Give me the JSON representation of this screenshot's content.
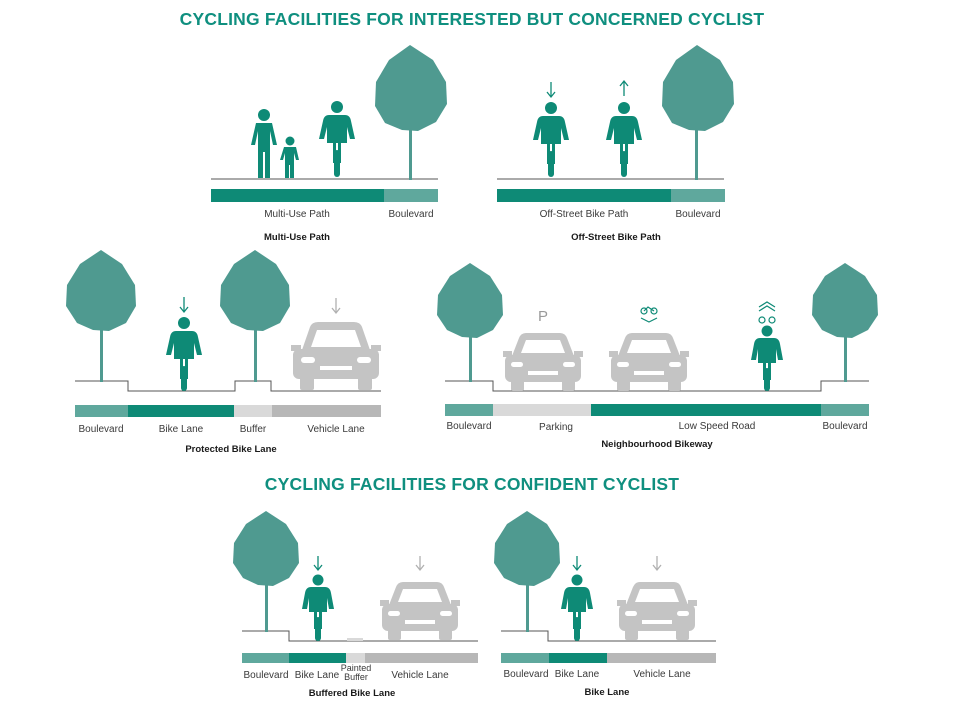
{
  "headings": {
    "interested": "CYCLING FACILITIES FOR INTERESTED BUT CONCERNED CYCLIST",
    "confident": "CYCLING FACILITIES FOR CONFIDENT CYCLIST"
  },
  "colors": {
    "teal_dark": "#0e8a76",
    "teal_light": "#5fa89d",
    "tree": "#4f9a90",
    "gray_light": "#d9d9d9",
    "gray_mid": "#b7b7b7",
    "car": "#c4c4c4",
    "heading": "#0f8f7f"
  },
  "diagrams": {
    "multi_use_path": {
      "title": "Multi-Use Path",
      "segments": [
        {
          "label": "Multi-Use Path",
          "color": "teal_dark"
        },
        {
          "label": "Boulevard",
          "color": "teal_light"
        }
      ]
    },
    "off_street": {
      "title": "Off-Street Bike Path",
      "segments": [
        {
          "label": "Off-Street Bike Path",
          "color": "teal_dark"
        },
        {
          "label": "Boulevard",
          "color": "teal_light"
        }
      ]
    },
    "protected": {
      "title": "Protected Bike Lane",
      "segments": [
        {
          "label": "Boulevard",
          "color": "teal_light"
        },
        {
          "label": "Bike Lane",
          "color": "teal_dark"
        },
        {
          "label": "Buffer",
          "color": "gray_light"
        },
        {
          "label": "Vehicle Lane",
          "color": "gray_mid"
        }
      ]
    },
    "neighbourhood": {
      "title": "Neighbourhood Bikeway",
      "parking_sign": "P",
      "segments": [
        {
          "label": "Boulevard",
          "color": "teal_light"
        },
        {
          "label": "Parking",
          "color": "gray_light"
        },
        {
          "label": "Low Speed Road",
          "color": "teal_dark"
        },
        {
          "label": "Boulevard",
          "color": "teal_light"
        }
      ]
    },
    "buffered": {
      "title": "Buffered Bike Lane",
      "segments": [
        {
          "label": "Boulevard",
          "color": "teal_light"
        },
        {
          "label": "Bike Lane",
          "color": "teal_dark"
        },
        {
          "label": "Painted Buffer",
          "color": "gray_light"
        },
        {
          "label": "Vehicle Lane",
          "color": "gray_mid"
        }
      ]
    },
    "bike_lane": {
      "title": "Bike Lane",
      "segments": [
        {
          "label": "Boulevard",
          "color": "teal_light"
        },
        {
          "label": "Bike Lane",
          "color": "teal_dark"
        },
        {
          "label": "Vehicle Lane",
          "color": "gray_mid"
        }
      ]
    }
  },
  "icons": {
    "tree": "tree-icon",
    "pedestrian": "pedestrian-icon",
    "child": "child-pedestrian-icon",
    "cyclist": "cyclist-icon",
    "car": "car-icon",
    "arrow": "direction-arrow-icon",
    "sharrow": "sharrow-marking-icon"
  }
}
